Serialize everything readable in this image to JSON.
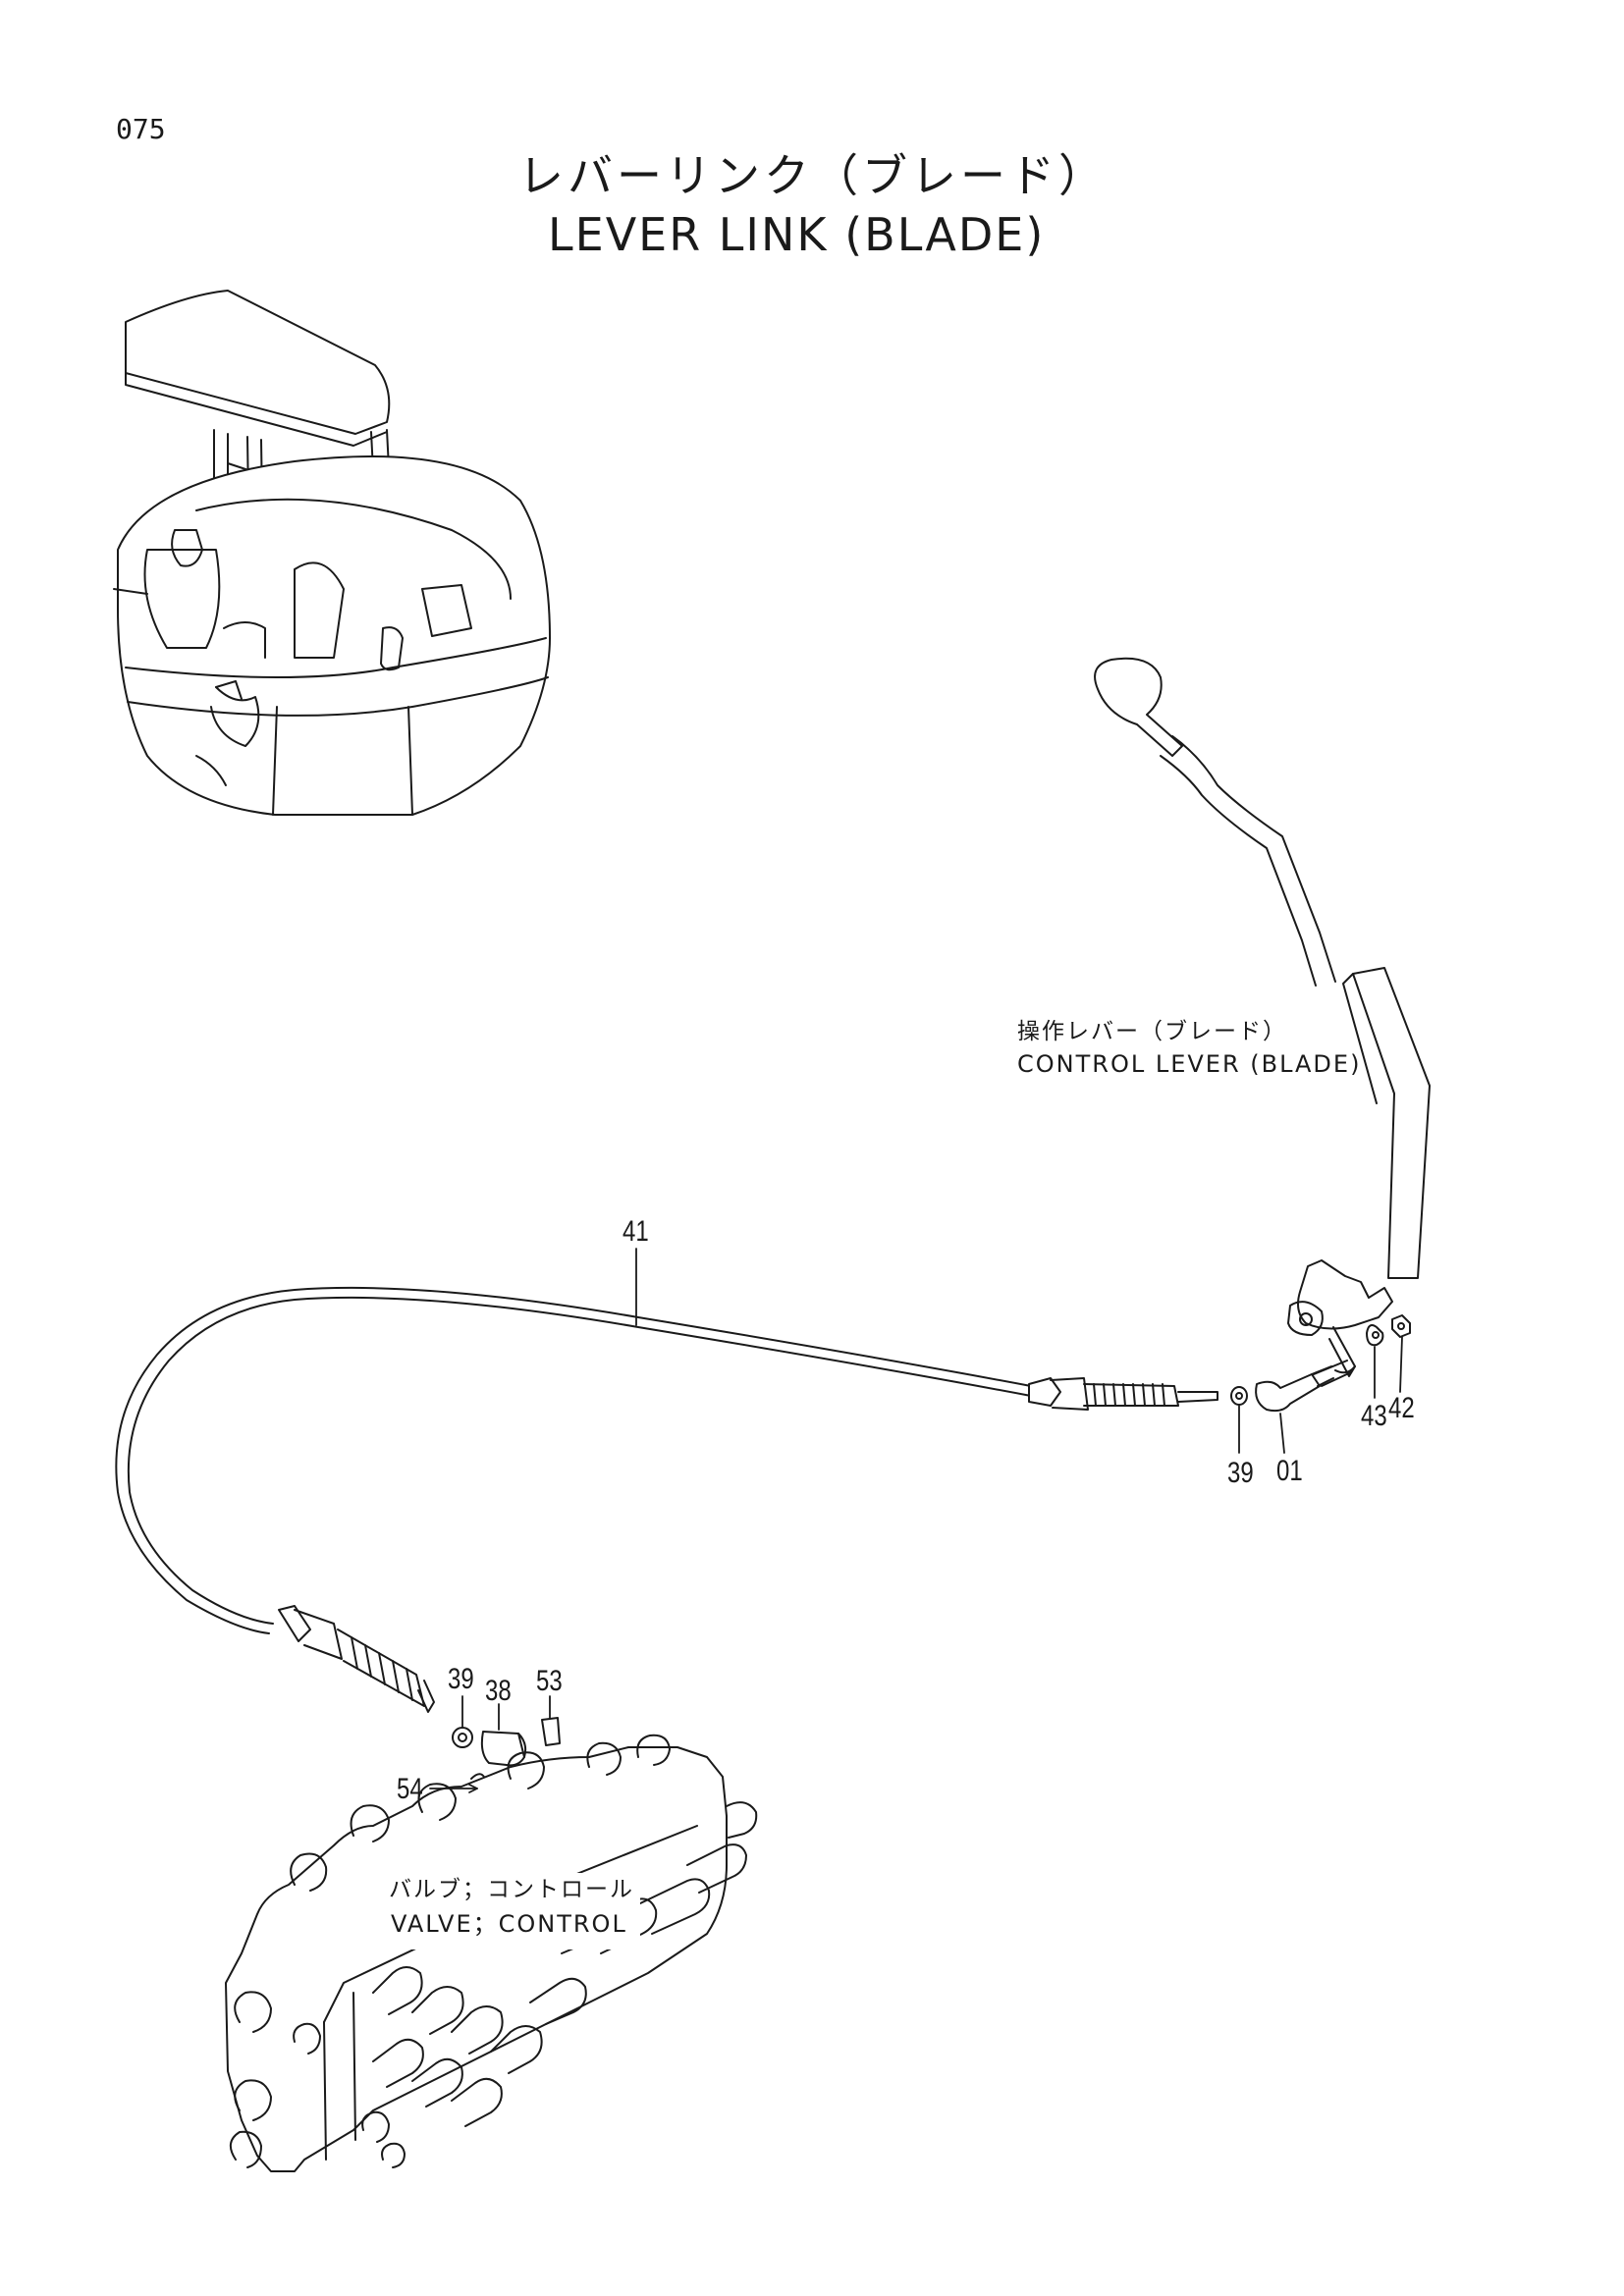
{
  "page_number": "075",
  "title_jp": "レバーリンク（ブレード）",
  "title_en": "LEVER LINK (BLADE)",
  "labels": {
    "control_lever_jp": "操作レバー（ブレード）",
    "control_lever_en": "CONTROL LEVER (BLADE)",
    "valve_jp": "バルブ；コントロール",
    "valve_en": "VALVE；CONTROL"
  },
  "callouts": {
    "cable": "41",
    "washer_upper": "39",
    "joint": "01",
    "washer_lever": "43",
    "nut_lever": "42",
    "washer_lower": "39",
    "pin_lower": "38",
    "split_pin": "53",
    "clip": "54"
  }
}
